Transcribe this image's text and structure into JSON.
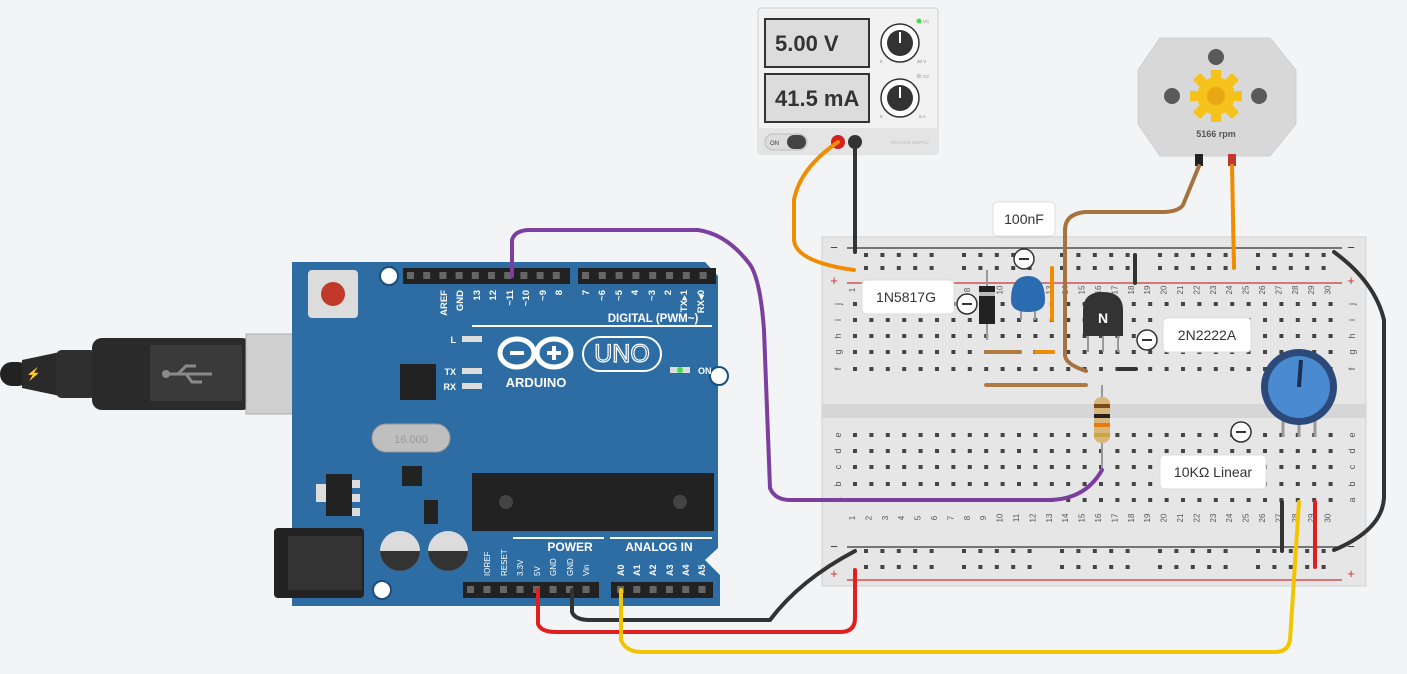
{
  "power_supply": {
    "voltage": "5.00 V",
    "current": "41.5 mA",
    "on_label": "ON",
    "cv_label": "VC",
    "cc_label": "CC",
    "knob1_min": "0",
    "knob1_max": "30 V",
    "knob2_min": "0",
    "knob2_max": "5 A",
    "brand": "VOLTAGE SUPPLY"
  },
  "motor": {
    "rpm": "5166 rpm"
  },
  "arduino": {
    "brand": "ARDUINO",
    "model": "UNO",
    "digital_label": "DIGITAL (PWM~)",
    "analog_label": "ANALOG IN",
    "power_label": "POWER",
    "on_label": "ON",
    "led_l": "L",
    "led_tx": "TX",
    "led_rx": "RX",
    "crystal": "16.000",
    "digital_pins": [
      "AREF",
      "GND",
      "13",
      "12",
      "~11",
      "~10",
      "~9",
      "8",
      "7",
      "~6",
      "~5",
      "4",
      "~3",
      "2",
      "TX▸1",
      "RX◂0"
    ],
    "power_pins": [
      "IOREF",
      "RESET",
      "3.3V",
      "5V",
      "GND",
      "GND",
      "Vin"
    ],
    "analog_pins": [
      "A0",
      "A1",
      "A2",
      "A3",
      "A4",
      "A5"
    ]
  },
  "breadboard": {
    "columns": [
      "1",
      "2",
      "3",
      "4",
      "5",
      "6",
      "7",
      "8",
      "9",
      "10",
      "11",
      "12",
      "13",
      "14",
      "15",
      "16",
      "17",
      "18",
      "19",
      "20",
      "21",
      "22",
      "23",
      "24",
      "25",
      "26",
      "27",
      "28",
      "29",
      "30"
    ],
    "top_rows": [
      "j",
      "i",
      "h",
      "g",
      "f"
    ],
    "bottom_rows": [
      "e",
      "d",
      "c",
      "b",
      "a"
    ],
    "minus": "−",
    "plus": "+"
  },
  "components": {
    "diode_label": "1N5817G",
    "capacitor_label": "100nF",
    "transistor_label": "2N2222A",
    "transistor_mark": "N",
    "pot_label": "10KΩ Linear"
  },
  "colors": {
    "board_blue": "#2d6da3",
    "wire_orange": "#f08c00",
    "wire_purple": "#7b3fa0",
    "wire_red": "#e02020",
    "wire_black": "#333333",
    "wire_yellow": "#f2c500",
    "wire_brown": "#a5743e"
  }
}
